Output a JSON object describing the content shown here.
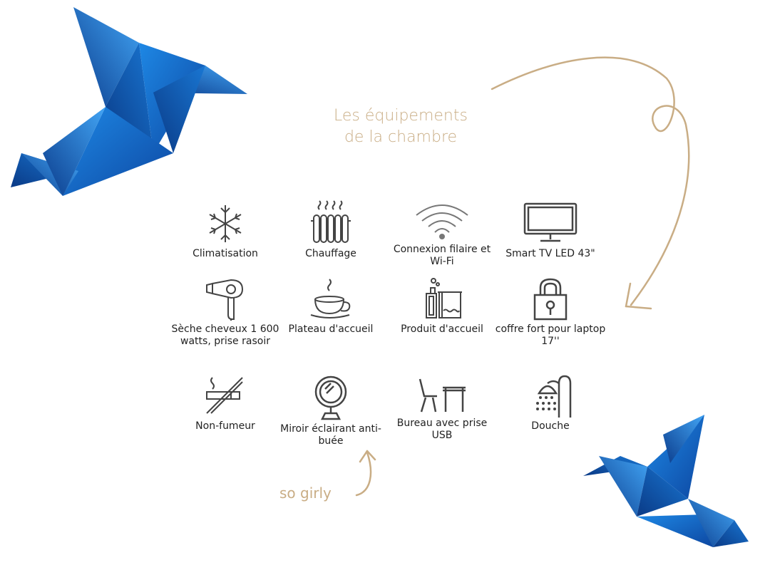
{
  "title": {
    "line1": "Les équipements",
    "line2": "de la chambre"
  },
  "amenities": [
    {
      "icon": "snowflake-icon",
      "label": "Climatisation"
    },
    {
      "icon": "radiator-icon",
      "label": "Chauffage"
    },
    {
      "icon": "wifi-icon",
      "label": "Connexion filaire et Wi-Fi"
    },
    {
      "icon": "tv-icon",
      "label": "Smart TV LED 43\""
    },
    {
      "icon": "hair-dryer-icon",
      "label": "Sèche cheveux 1 600 watts, prise rasoir"
    },
    {
      "icon": "coffee-cup-icon",
      "label": "Plateau d'accueil"
    },
    {
      "icon": "toiletries-icon",
      "label": "Produit d'accueil"
    },
    {
      "icon": "safe-lock-icon",
      "label": "coffre fort pour laptop 17''"
    },
    {
      "icon": "no-smoking-icon",
      "label": "Non-fumeur"
    },
    {
      "icon": "mirror-icon",
      "label": "Miroir éclairant anti-buée"
    },
    {
      "icon": "desk-chair-icon",
      "label": "Bureau avec prise USB"
    },
    {
      "icon": "shower-icon",
      "label": "Douche"
    }
  ],
  "annotation": "so girly",
  "colors": {
    "accent": "#c9ad85",
    "bird": "#1565c0",
    "icon": "#444444",
    "text": "#222222"
  }
}
